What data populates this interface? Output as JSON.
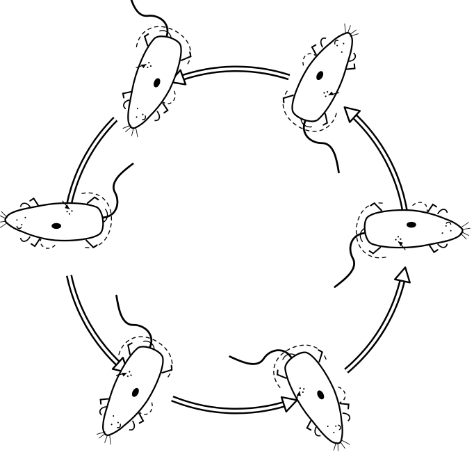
{
  "diagram": {
    "kind": "rotation-cycle",
    "stroke_color": "#000000",
    "background_color": "#ffffff",
    "figure_count": 6,
    "arrow_count": 6,
    "figures": [
      {
        "id": "top-left",
        "depicts": "rodent-top-view",
        "icon": "rat-icon"
      },
      {
        "id": "top-right",
        "depicts": "rodent-top-view",
        "icon": "rat-icon"
      },
      {
        "id": "right",
        "depicts": "rodent-top-view",
        "icon": "rat-icon"
      },
      {
        "id": "bottom-right",
        "depicts": "rodent-top-view",
        "icon": "rat-icon"
      },
      {
        "id": "bottom-left",
        "depicts": "rodent-top-view",
        "icon": "rat-icon"
      },
      {
        "id": "left",
        "depicts": "rodent-top-view",
        "icon": "rat-icon"
      }
    ]
  }
}
